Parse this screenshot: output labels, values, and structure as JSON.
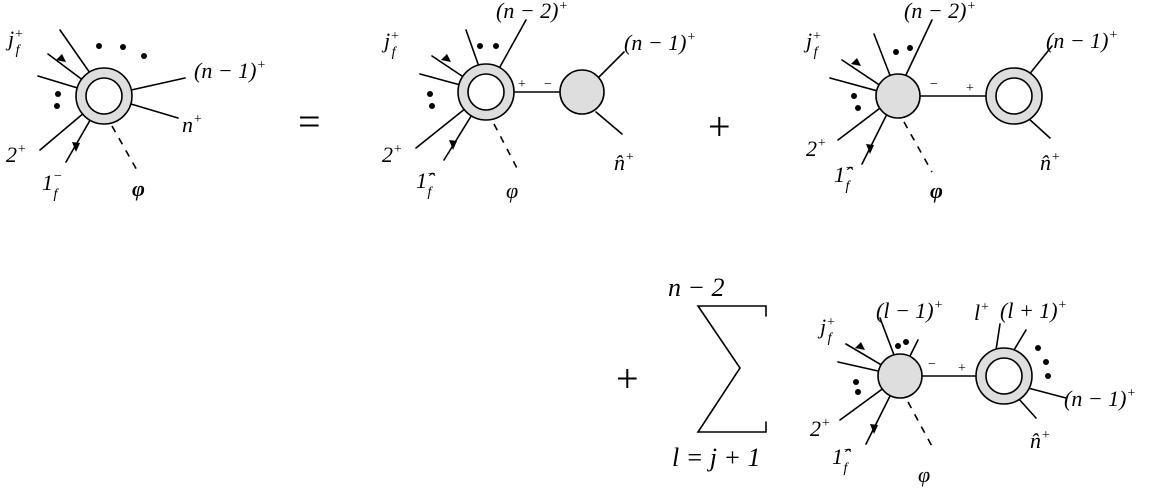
{
  "equation": {
    "equals": "=",
    "plus": "+"
  },
  "lhs": {
    "labels": {
      "j_f": "j",
      "j_f_sub": "f",
      "j_f_sup": "+",
      "n_minus_1": "(n − 1)",
      "n_minus_1_sup": "+",
      "n": "n",
      "n_sup": "+",
      "two": "2",
      "two_sup": "+",
      "one_f": "1",
      "one_f_sub": "f",
      "one_f_sup": "−",
      "phi": "φ"
    }
  },
  "term1": {
    "labels": {
      "j_f": "j",
      "j_f_sub": "f",
      "j_f_sup": "+",
      "n_minus_2": "(n − 2)",
      "n_minus_2_sup": "+",
      "n_minus_1": "(n − 1)",
      "n_minus_1_sup": "+",
      "n_hat": "n̂",
      "n_hat_sup": "+",
      "two": "2",
      "two_sup": "+",
      "one_hat_f": "1̂",
      "one_hat_f_sub": "f",
      "one_hat_f_sup": "−",
      "phi": "φ",
      "helicity_left": "+",
      "helicity_right": "−"
    }
  },
  "term2": {
    "labels": {
      "j_f": "j",
      "j_f_sub": "f",
      "j_f_sup": "+",
      "n_minus_2": "(n − 2)",
      "n_minus_2_sup": "+",
      "n_minus_1": "(n − 1)",
      "n_minus_1_sup": "+",
      "n_hat": "n̂",
      "n_hat_sup": "+",
      "two": "2",
      "two_sup": "+",
      "one_hat_f": "1̂",
      "one_hat_f_sub": "f",
      "one_hat_f_sup": "−",
      "phi": "φ",
      "helicity_left": "−",
      "helicity_right": "+"
    }
  },
  "term3": {
    "sum": {
      "upper": "n − 2",
      "lower": "l = j + 1"
    },
    "labels": {
      "j_f": "j",
      "j_f_sub": "f",
      "j_f_sup": "+",
      "l_minus_1": "(l − 1)",
      "l_minus_1_sup": "+",
      "l": "l",
      "l_sup": "+",
      "l_plus_1": "(l + 1)",
      "l_plus_1_sup": "+",
      "n_minus_1": "(n − 1)",
      "n_minus_1_sup": "+",
      "n_hat": "n̂",
      "n_hat_sup": "+",
      "two": "2",
      "two_sup": "+",
      "one_hat_f": "1̂",
      "one_hat_f_sub": "f",
      "one_hat_f_sup": "−",
      "phi": "φ",
      "helicity_left": "−",
      "helicity_right": "+"
    }
  }
}
